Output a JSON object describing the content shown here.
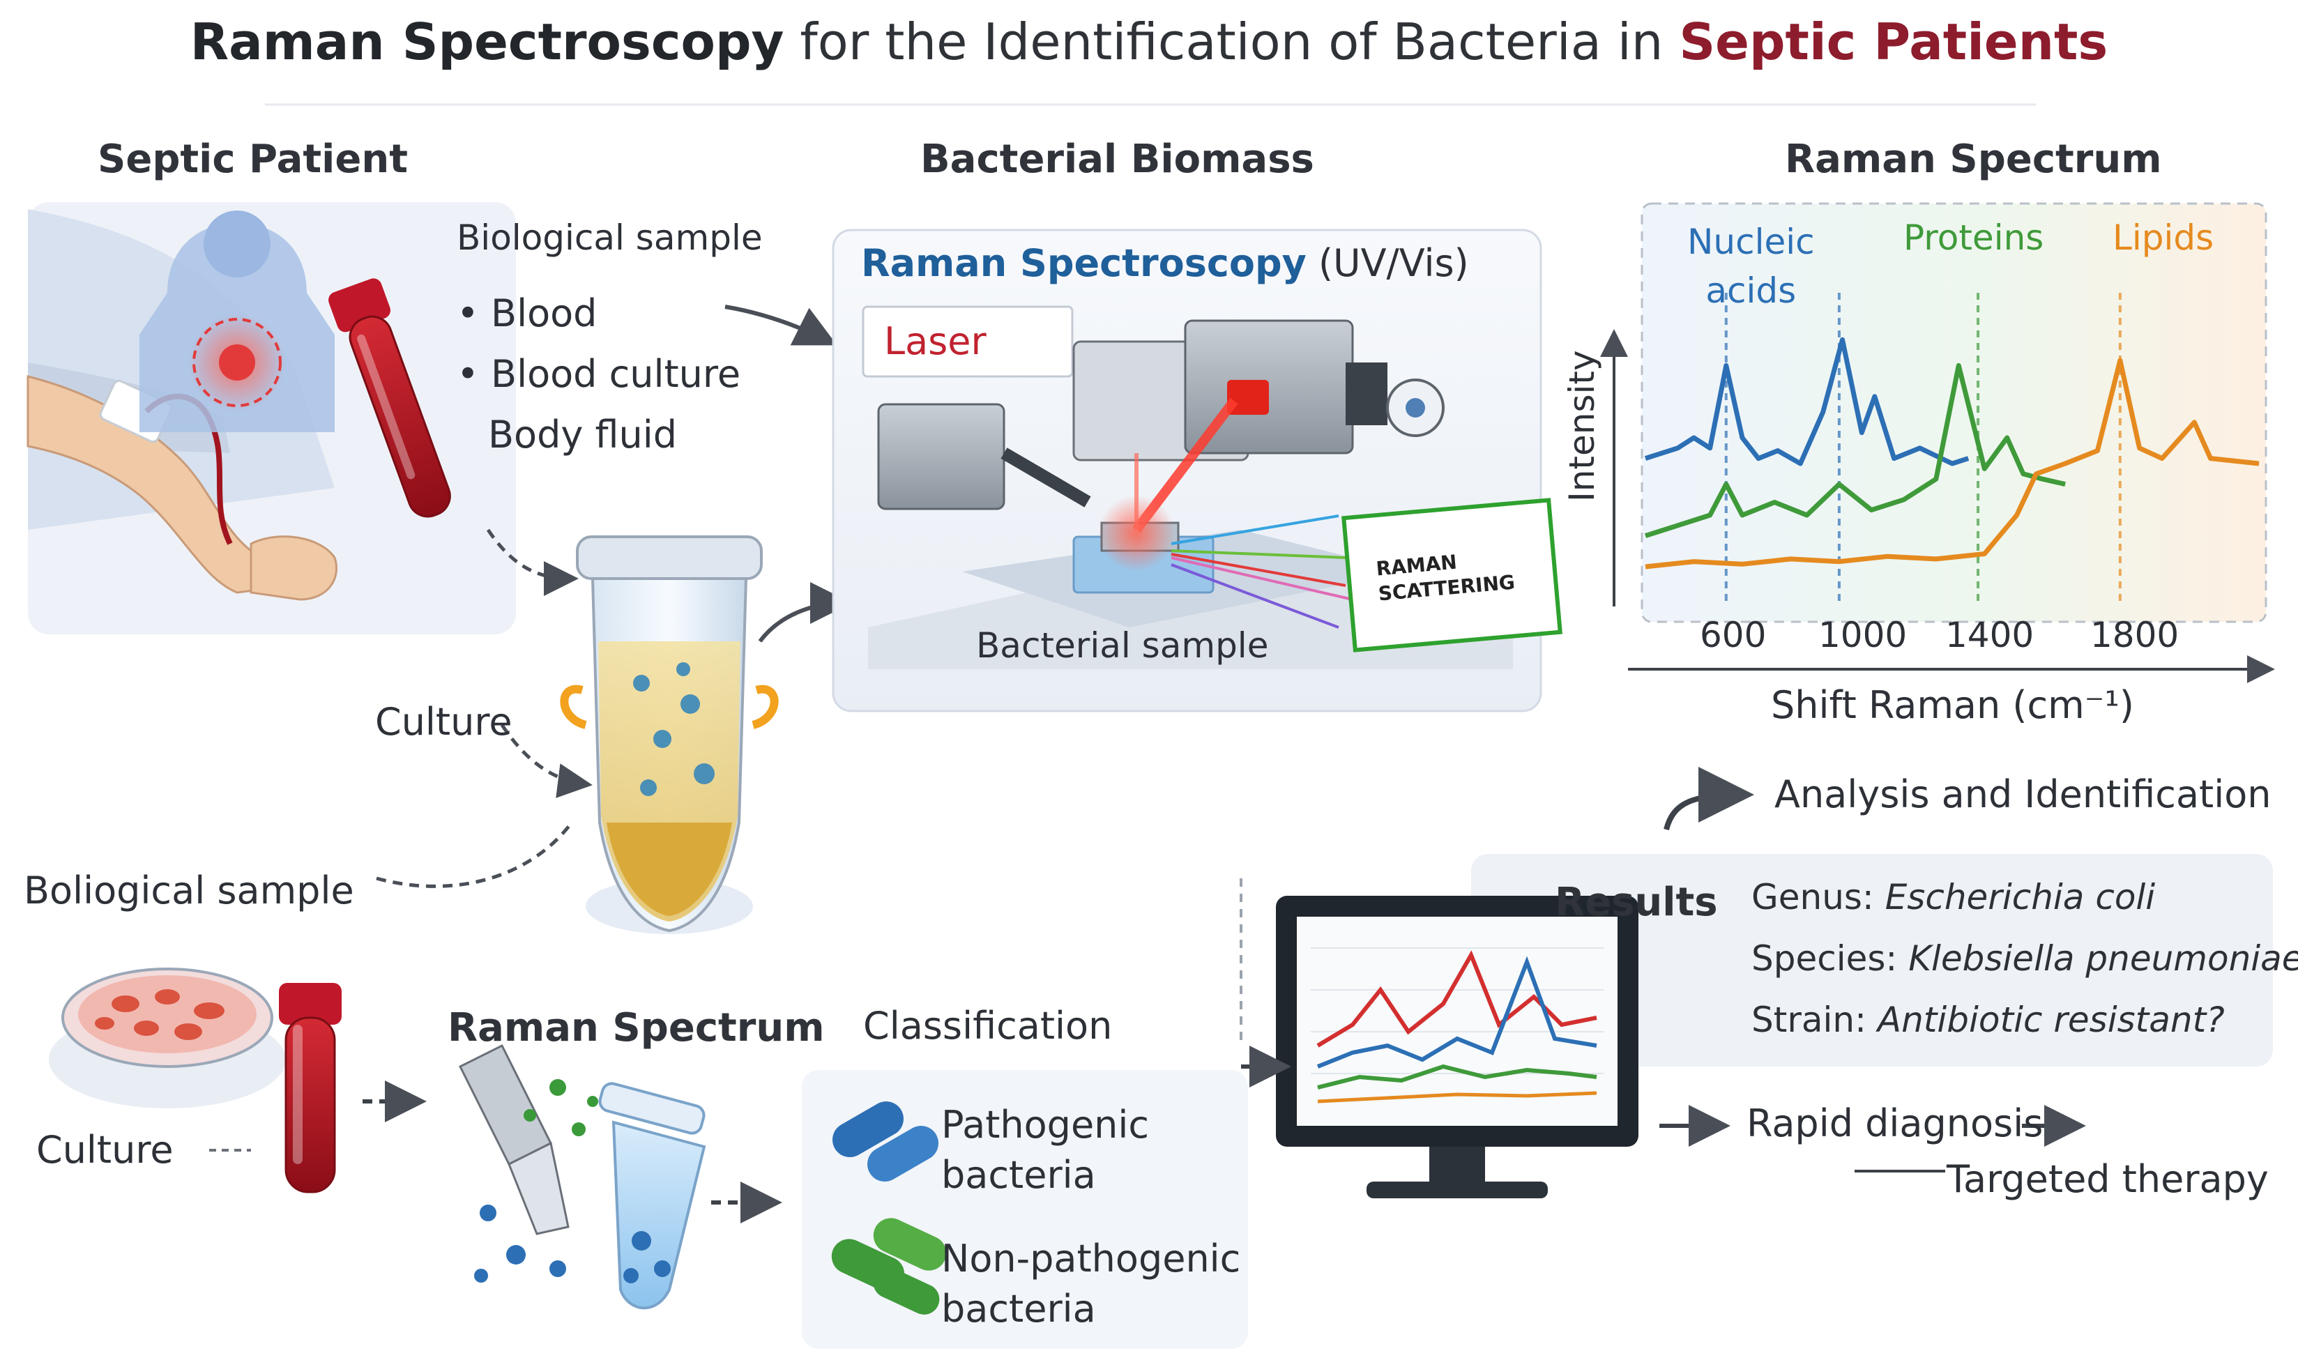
{
  "title": {
    "part1": "Raman Spectroscopy",
    "part2": " for the Identification of Bacteria in ",
    "part3": "Septic Patients"
  },
  "sections": {
    "septic_patient": "Septic Patient",
    "bacterial_biomass": "Bacterial Biomass",
    "raman_spectrum_top": "Raman Spectrum",
    "raman_spectrum_bottom": "Raman Spectrum",
    "classification": "Classification"
  },
  "biological_sample": {
    "heading": "Biological sample",
    "items": [
      "• Blood",
      "• Blood culture",
      "Body fluid"
    ]
  },
  "culture_label": "Culture",
  "boliogical_label": "Boliogical sample",
  "culture_label_bottom": "Culture",
  "instrument": {
    "name": "Raman Spectroscopy",
    "mode": " (UV/Vis)",
    "laser": "Laser",
    "sample": "Bacterial sample",
    "scattering_line1": "RAMAN",
    "scattering_line2": "SCATTERING"
  },
  "chart_data": {
    "type": "line",
    "title": "",
    "xlabel": "Shift Raman (cm⁻¹)",
    "ylabel": "Intensity",
    "xticks": [
      "600",
      "1000",
      "1400",
      "1800"
    ],
    "x_values": [
      600,
      1000,
      1400,
      1800
    ],
    "xlim": [
      350,
      2250
    ],
    "band_labels": [
      {
        "line1": "Nucleic",
        "line2": "acids",
        "color": "#2c6fb5"
      },
      {
        "line1": "Proteins",
        "line2": "",
        "color": "#3f9a3a"
      },
      {
        "line1": "Lipids",
        "line2": "",
        "color": "#e58a1f"
      }
    ],
    "series": [
      {
        "color": "#2c6fb5",
        "x": [
          350,
          450,
          500,
          550,
          600,
          650,
          700,
          760,
          830,
          900,
          960,
          1020,
          1060,
          1120,
          1200,
          1300,
          1350
        ],
        "y": [
          0.52,
          0.56,
          0.6,
          0.56,
          0.88,
          0.6,
          0.52,
          0.55,
          0.5,
          0.7,
          0.98,
          0.62,
          0.76,
          0.52,
          0.56,
          0.5,
          0.52
        ]
      },
      {
        "color": "#3f9a3a",
        "x": [
          350,
          450,
          550,
          600,
          650,
          750,
          850,
          950,
          1050,
          1150,
          1250,
          1320,
          1400,
          1470,
          1520,
          1580,
          1650
        ],
        "y": [
          0.22,
          0.26,
          0.3,
          0.42,
          0.3,
          0.35,
          0.3,
          0.42,
          0.32,
          0.36,
          0.44,
          0.88,
          0.48,
          0.6,
          0.46,
          0.44,
          0.42
        ]
      },
      {
        "color": "#e58a1f",
        "x": [
          350,
          500,
          650,
          800,
          950,
          1100,
          1250,
          1400,
          1500,
          1560,
          1650,
          1750,
          1820,
          1880,
          1950,
          2050,
          2100,
          2250
        ],
        "y": [
          0.1,
          0.12,
          0.11,
          0.13,
          0.12,
          0.14,
          0.13,
          0.15,
          0.3,
          0.46,
          0.5,
          0.55,
          0.9,
          0.56,
          0.52,
          0.66,
          0.52,
          0.5
        ]
      }
    ]
  },
  "analysis_label": "Analysis and Identification",
  "results": {
    "heading": "Results",
    "rows": [
      {
        "key": "Genus:",
        "value": "Escherichia coli"
      },
      {
        "key": "Species:",
        "value": "Klebsiella pneumoniae"
      },
      {
        "key": "Strain:",
        "value": "Antibiotic resistant?"
      }
    ]
  },
  "outcomes": {
    "rapid": "Rapid diagnosis",
    "therapy": "Targeted therapy"
  },
  "classes": {
    "pathogenic": [
      "Pathogenic",
      "bacteria"
    ],
    "nonpathogenic": [
      "Non-pathogenic",
      "bacteria"
    ]
  },
  "colors": {
    "title_accent": "#8d1c2c",
    "blue": "#2c6fb5",
    "green": "#3f9a3a",
    "orange": "#e58a1f",
    "blood": "#b3121f",
    "laser": "#e03a2a",
    "scattering_border": "#2ea12e"
  }
}
